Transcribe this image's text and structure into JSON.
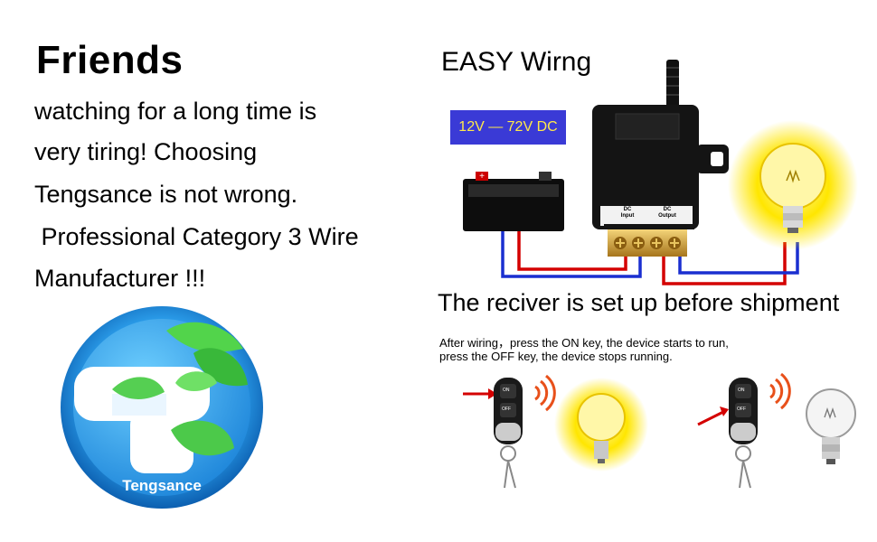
{
  "left_panel": {
    "title": "Friends",
    "lines": [
      "watching for a long time is",
      "very tiring! Choosing",
      "Tengsance is not wrong.",
      " Professional Category 3 Wire",
      "Manufacturer !!!"
    ],
    "logo_text": "Tengsance"
  },
  "right_panel": {
    "title": "EASY Wirng",
    "voltage": "12V — 72V DC",
    "receiver_labels": {
      "input_top": "DC",
      "input_bottom": "Input",
      "output_top": "DC",
      "output_bottom": "Output"
    },
    "note": "The reciver is set up before shipment",
    "instructions": [
      "After wiring，press the ON key, the device starts to run,",
      "press the OFF key, the device stops running."
    ],
    "remote_keys": {
      "on": "ON",
      "off": "OFF"
    }
  },
  "colors": {
    "wire_red": "#d40000",
    "wire_blue": "#1a2fd0",
    "badge_bg": "#3a3ad6",
    "badge_text": "#ffe94a",
    "bulb_glow": "#ffe600",
    "logo_blue": "#1f8fe0",
    "logo_green": "#3cc23c"
  },
  "icons": {
    "battery": "battery-icon",
    "receiver": "relay-receiver-icon",
    "antenna": "antenna-icon",
    "bulb_on": "light-bulb-on-icon",
    "bulb_off": "light-bulb-off-icon",
    "remote": "remote-control-icon",
    "signal": "wireless-signal-icon",
    "arrow": "red-arrow-icon"
  }
}
